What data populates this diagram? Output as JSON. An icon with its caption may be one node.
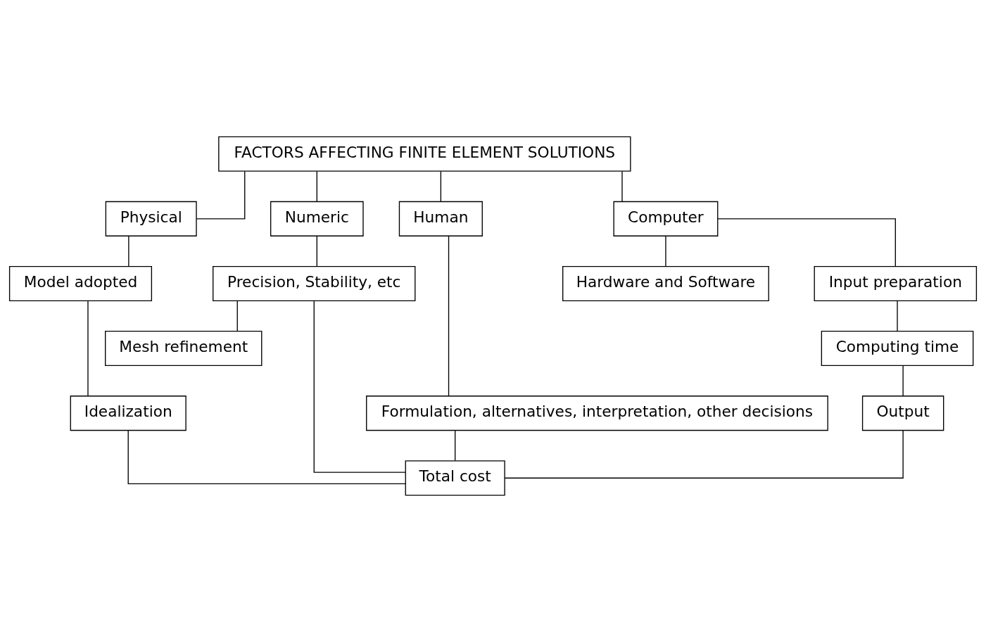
{
  "diagram": {
    "nodes": [
      {
        "text": [
          "FACTORS AFFECTING FINITE ELEMENT SOLUTIONS"
        ]
      },
      {
        "text": [
          "Physical"
        ]
      },
      {
        "text": [
          "Numeric"
        ]
      },
      {
        "text": [
          "Human"
        ]
      },
      {
        "text": [
          "Computer"
        ]
      },
      {
        "text": [
          "Model adopted"
        ]
      },
      {
        "text": [
          "Idealization"
        ]
      },
      {
        "text": [
          "Precision, Stability, etc"
        ]
      },
      {
        "text": [
          "Mesh refinement"
        ]
      },
      {
        "text": [
          "Formulation, alternatives, interpretation, other decisions"
        ]
      },
      {
        "text": [
          "Hardware and Software"
        ]
      },
      {
        "text": [
          "Input preparation"
        ]
      },
      {
        "text": [
          "Computing time"
        ]
      },
      {
        "text": [
          "Output"
        ]
      },
      {
        "text": [
          "Total cost"
        ]
      }
    ],
    "edges": [
      {
        "from": 0,
        "to": 1,
        "arrow": "none"
      },
      {
        "from": 0,
        "to": 2,
        "arrow": "none"
      },
      {
        "from": 0,
        "to": 3,
        "arrow": "none"
      },
      {
        "from": 0,
        "to": 4,
        "arrow": "none"
      },
      {
        "from": 1,
        "to": 5,
        "arrow": "none"
      },
      {
        "from": 5,
        "to": 6,
        "arrow": "none"
      },
      {
        "from": 2,
        "to": 7,
        "arrow": "none"
      },
      {
        "from": 7,
        "to": 8,
        "arrow": "none"
      },
      {
        "from": 3,
        "to": 9,
        "arrow": "none"
      },
      {
        "from": 4,
        "to": 10,
        "arrow": "none"
      },
      {
        "from": 4,
        "to": 11,
        "arrow": "none"
      },
      {
        "from": 11,
        "to": 12,
        "arrow": "none"
      },
      {
        "from": 12,
        "to": 13,
        "arrow": "none"
      },
      {
        "from": 6,
        "to": 14,
        "arrow": "none"
      },
      {
        "from": 7,
        "to": 14,
        "arrow": "none"
      },
      {
        "from": 9,
        "to": 14,
        "arrow": "none"
      },
      {
        "from": 13,
        "to": 14,
        "arrow": "none"
      }
    ]
  }
}
